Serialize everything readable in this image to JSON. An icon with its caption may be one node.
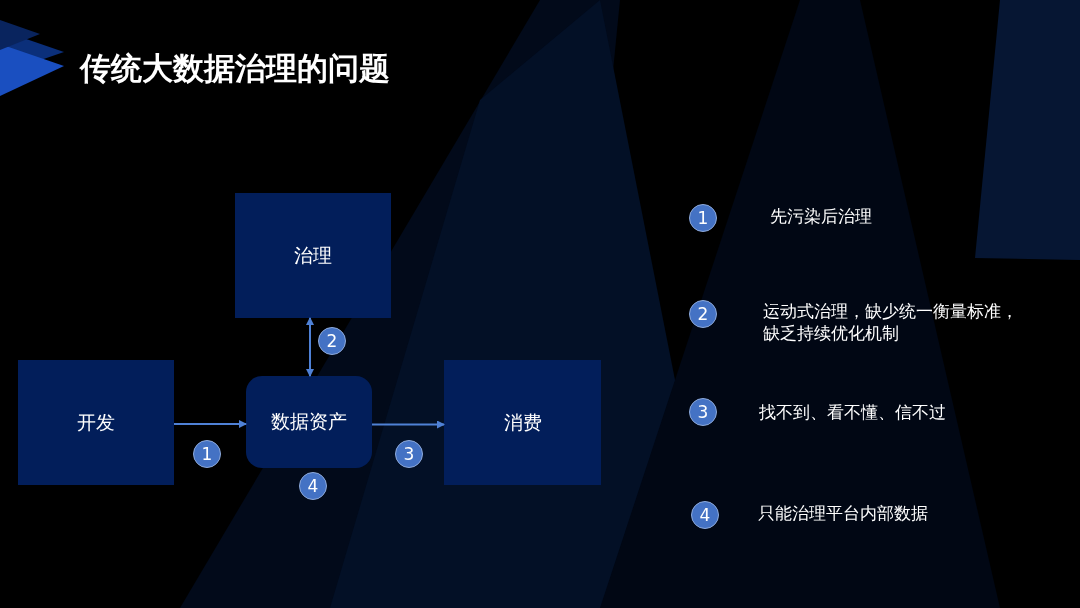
{
  "diagram": {
    "title": "传统大数据治理的问题",
    "nodes": [
      {
        "text": [
          "治理"
        ]
      },
      {
        "text": [
          "开发"
        ]
      },
      {
        "text": [
          "数据资产"
        ]
      },
      {
        "text": [
          "消费"
        ]
      },
      {
        "text": [
          "1"
        ]
      },
      {
        "text": [
          "2"
        ]
      },
      {
        "text": [
          "3"
        ]
      },
      {
        "text": [
          "4"
        ]
      },
      {
        "text": [
          "1"
        ],
        "beside": [
          "先污染后治理"
        ]
      },
      {
        "text": [
          "2"
        ],
        "beside": [
          "运动式治理，缺少统一衡量标准，缺乏持续优化机制"
        ]
      },
      {
        "text": [
          "3"
        ],
        "beside": [
          "找不到、看不懂、信不过"
        ]
      },
      {
        "text": [
          "4"
        ],
        "beside": [
          "只能治理平台内部数据"
        ]
      }
    ],
    "edges": [
      {
        "from": 1,
        "to": 2,
        "arrow": "to"
      },
      {
        "from": 0,
        "to": 2,
        "arrow": "both"
      },
      {
        "from": 2,
        "to": 3,
        "arrow": "to"
      }
    ]
  }
}
